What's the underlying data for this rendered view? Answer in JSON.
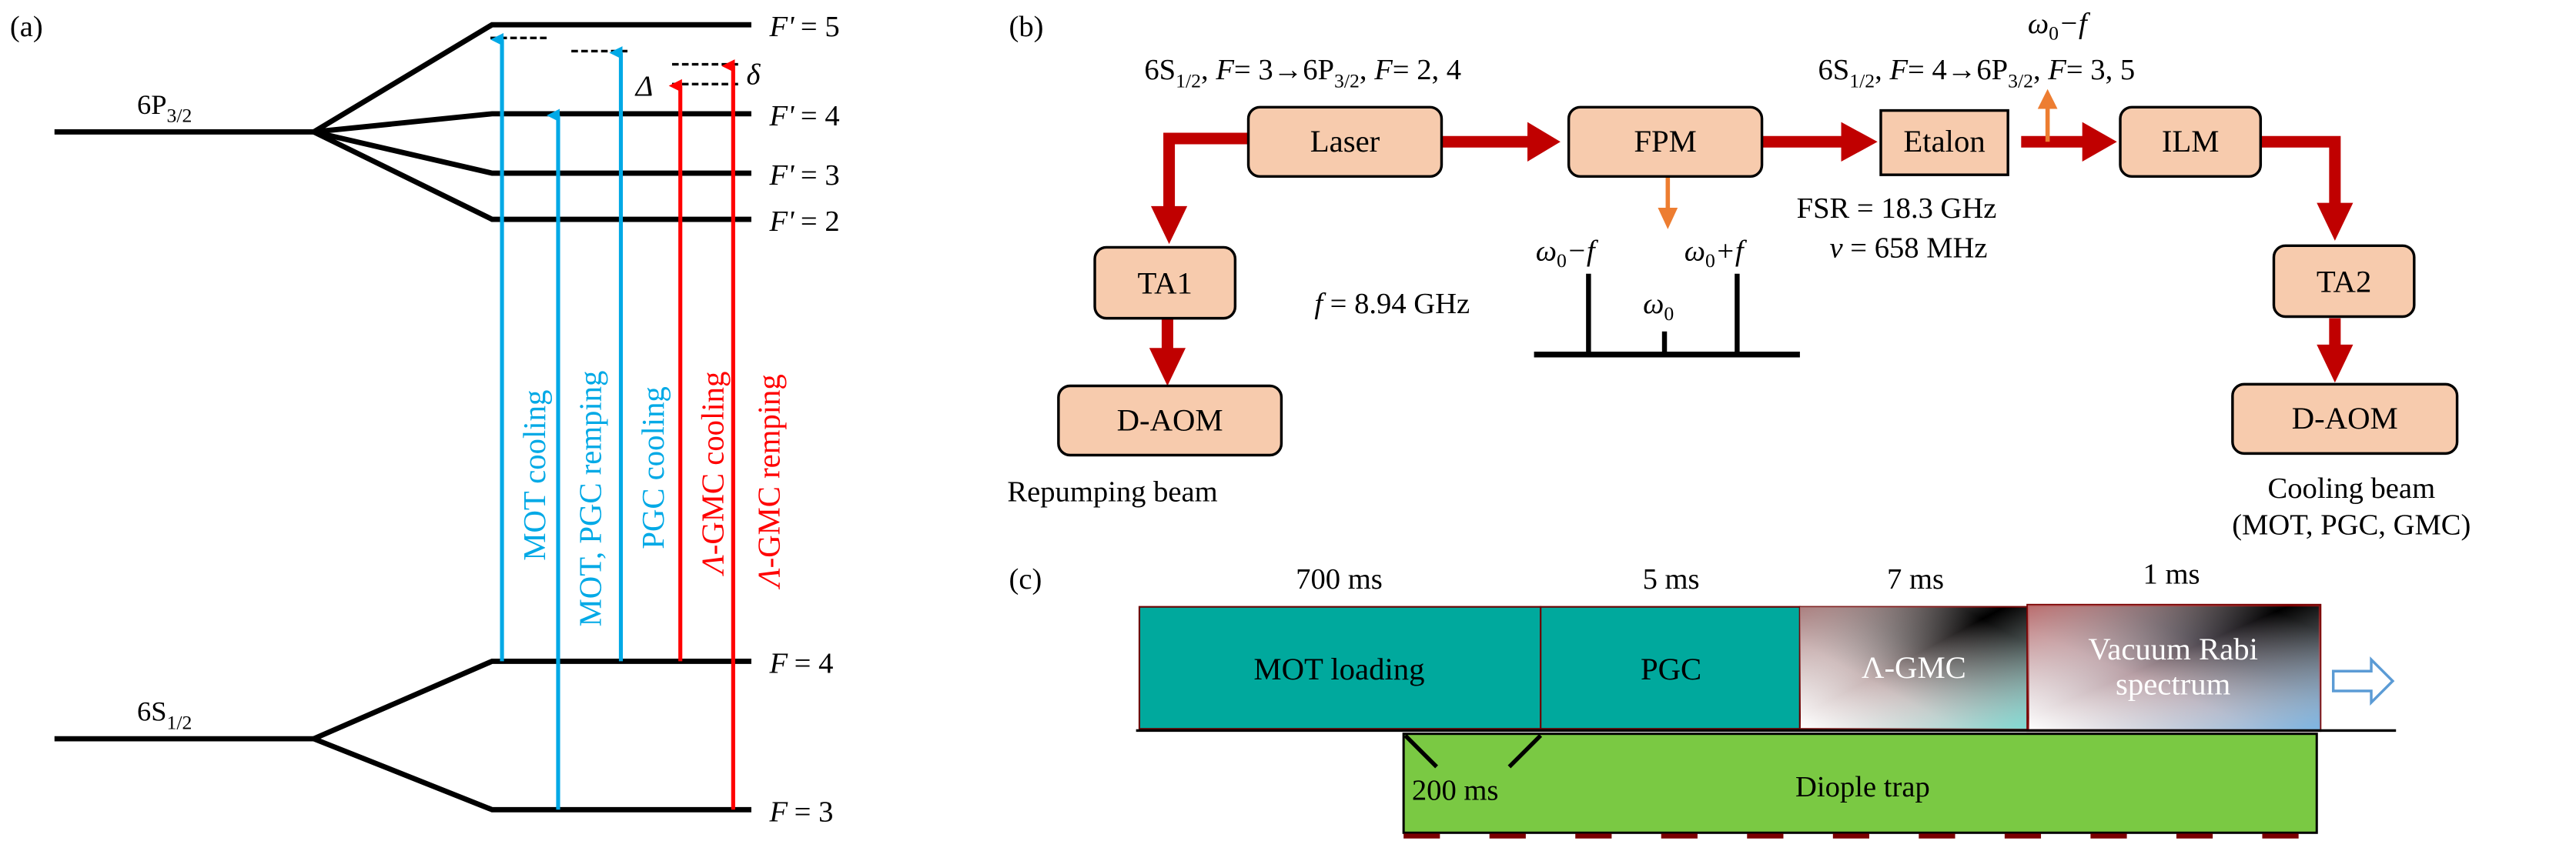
{
  "panels": {
    "a": {
      "label": "(a)",
      "upper_state": {
        "base": "6P",
        "sub": "3/2"
      },
      "lower_state": {
        "base": "6S",
        "sub": "1/2"
      },
      "upper_levels": [
        {
          "name": "F'",
          "eq": "= 5"
        },
        {
          "name": "F'",
          "eq": "= 4"
        },
        {
          "name": "F'",
          "eq": "= 3"
        },
        {
          "name": "F'",
          "eq": "= 2"
        }
      ],
      "lower_levels": [
        {
          "name": "F",
          "eq": "= 4"
        },
        {
          "name": "F",
          "eq": "= 3"
        }
      ],
      "detuning_big": "Δ",
      "detuning_small": "δ",
      "transitions": [
        {
          "label": "MOT cooling",
          "color": "#00a9e6"
        },
        {
          "label": "MOT, PGC remping",
          "color": "#00a9e6"
        },
        {
          "label": "PGC cooling",
          "color": "#00a9e6"
        },
        {
          "label_prefix": "Λ",
          "label": "-GMC cooling",
          "color": "#ff0000"
        },
        {
          "label_prefix": "Λ",
          "label": "-GMC remping",
          "color": "#ff0000"
        }
      ]
    },
    "b": {
      "label": "(b)",
      "left_transition": {
        "s": "6S",
        "s_sub": "1/2",
        "f1": "F",
        "eq1": "= 3→6P",
        "p_sub": "3/2",
        "f2": "F",
        "eq2": "= 2, 4"
      },
      "right_transition": {
        "s": "6S",
        "s_sub": "1/2",
        "f1": "F",
        "eq1": "= 4→6P",
        "p_sub": "3/2",
        "f2": "F",
        "eq2": "= 3, 5"
      },
      "etalon_output": {
        "omega": "ω",
        "sub": "0",
        "rest": "−f"
      },
      "blocks": {
        "laser": "Laser",
        "fpm": "FPM",
        "etalon": "Etalon",
        "ilm": "ILM",
        "ta1": "TA1",
        "ta2": "TA2",
        "daom_left": "D-AOM",
        "daom_right": "D-AOM"
      },
      "etalon_specs": {
        "fsr": "FSR = 18.3 GHz",
        "nu_sym": "ν",
        "nu_val": " = 658 MHz"
      },
      "spectrum": {
        "minus_label": {
          "omega": "ω",
          "sub": "0",
          "rest": "−f"
        },
        "plus_label": {
          "omega": "ω",
          "sub": "0",
          "rest": "+f"
        },
        "center_label": {
          "omega": "ω",
          "sub": "0"
        },
        "mod_freq": {
          "sym": "f",
          "val": " = 8.94 GHz"
        }
      },
      "repumping_caption": "Repumping beam",
      "cooling_caption_1": "Cooling beam",
      "cooling_caption_2": "(MOT, PGC, GMC)",
      "colors": {
        "beam": "#c00000",
        "pickoff": "#ed7d31",
        "block_fill": "#f7cbad"
      }
    },
    "c": {
      "label": "(c)",
      "stages": [
        {
          "name": "MOT loading",
          "duration": "700 ms",
          "color": "#00a99d"
        },
        {
          "name": "PGC",
          "duration": "5 ms",
          "color": "#00a99d"
        },
        {
          "name": "Λ-GMC",
          "duration": "7 ms"
        },
        {
          "name_line1": "Vacuum Rabi",
          "name_line2": "spectrum",
          "duration": "1 ms"
        }
      ],
      "dipole": {
        "name": "Diople trap",
        "overlap": "200 ms",
        "color": "#7ac943"
      },
      "next_arrow_color": "#5b9bd5"
    }
  }
}
